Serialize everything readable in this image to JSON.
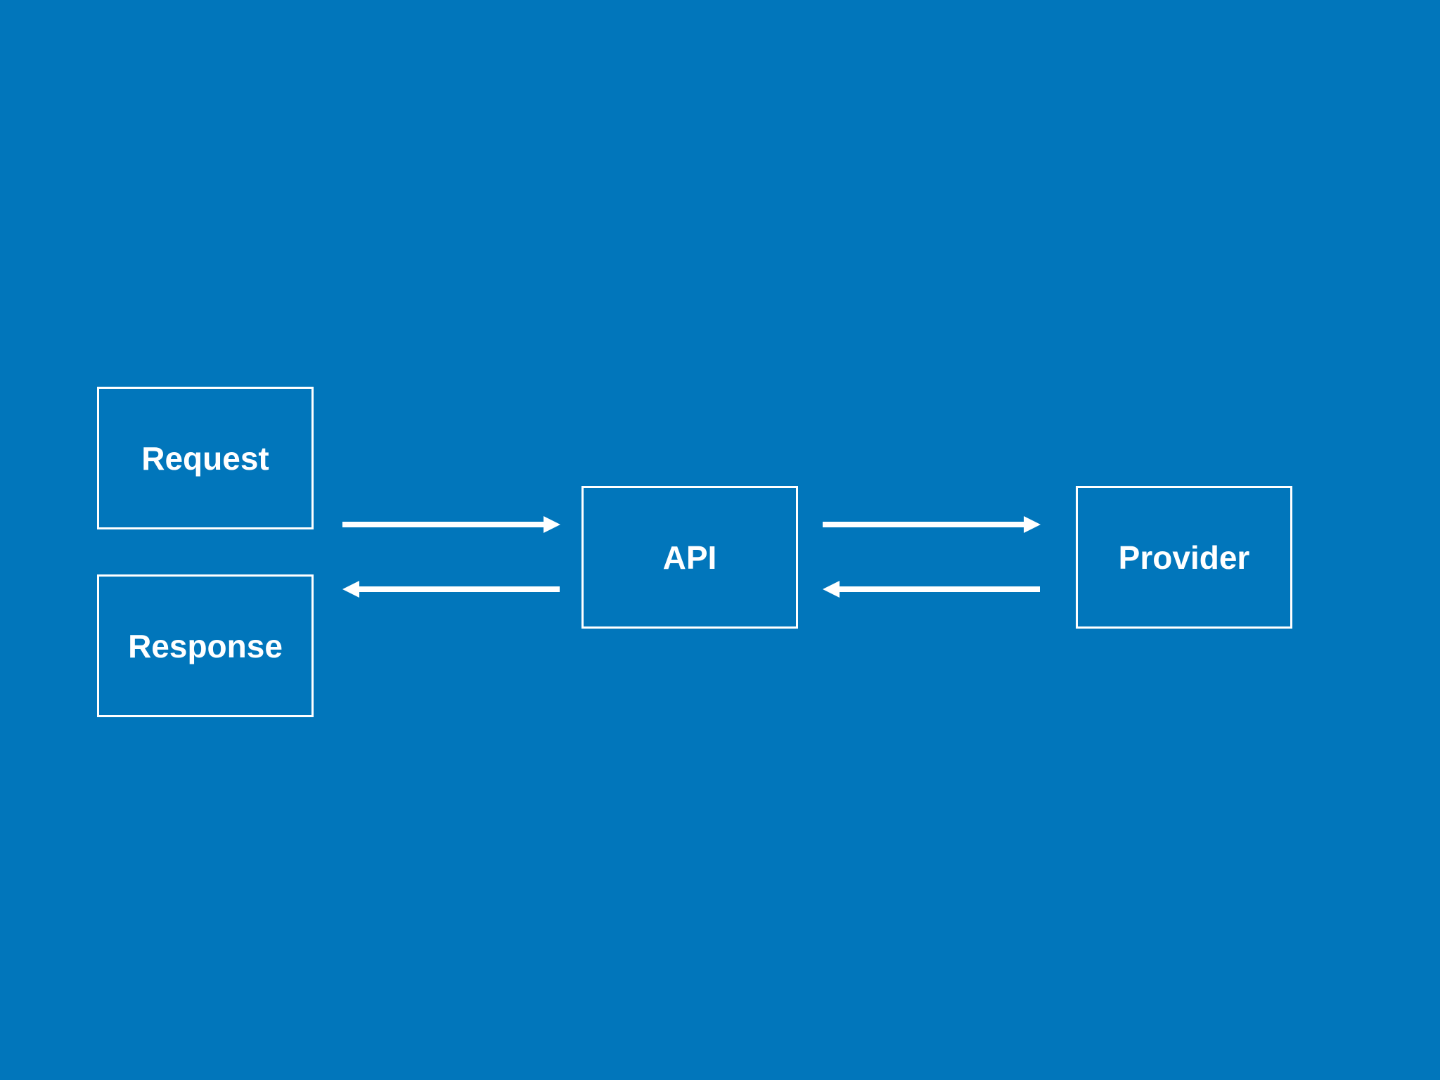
{
  "diagram": {
    "background_color": "#0176bb",
    "stroke_color": "#ffffff",
    "nodes": {
      "request": {
        "label": "Request"
      },
      "response": {
        "label": "Response"
      },
      "api": {
        "label": "API"
      },
      "provider": {
        "label": "Provider"
      }
    },
    "edges": [
      {
        "from": "request",
        "to": "api",
        "direction": "right"
      },
      {
        "from": "api",
        "to": "response",
        "direction": "left"
      },
      {
        "from": "api",
        "to": "provider",
        "direction": "right"
      },
      {
        "from": "provider",
        "to": "api",
        "direction": "left"
      }
    ]
  }
}
